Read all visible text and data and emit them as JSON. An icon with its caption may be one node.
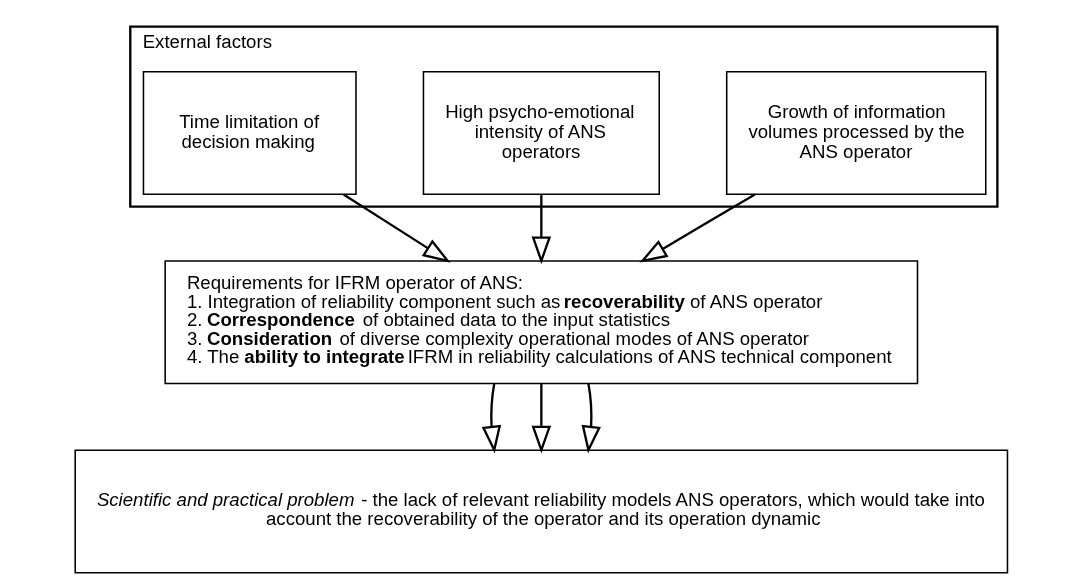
{
  "diagram": {
    "nodes": [
      {
        "text": [
          "External factors"
        ]
      },
      {
        "text": [
          "Growth of information volumes processed by the ANS operator"
        ],
        "in": 0
      },
      {
        "text": [
          "High psycho-emotional intensity of ANS operators"
        ],
        "in": 0
      },
      {
        "text": [
          "Time limitation of decision making"
        ],
        "in": 0
      },
      {
        "text": [
          "Requirements for IFRM operator of ANS:",
          "1. Integration of reliability component such as **recoverability** of ANS operator",
          "2. **Correspondence** of obtained data to the input statistics",
          "3. **Consideration** of diverse complexity operational modes of ANS operator",
          "4. The **ability to integrate** IFRM in reliability calculations of ANS technical component"
        ]
      },
      {
        "text": [
          "*Scientific and practical problem* - the lack of relevant reliability models ANS operators, which would take into account the recoverability of the operator and its operation dynamic"
        ]
      }
    ],
    "edges": [
      {
        "from": 1,
        "to": 4,
        "arrow": "to"
      },
      {
        "from": 2,
        "to": 4,
        "arrow": "to"
      },
      {
        "from": 3,
        "to": 4,
        "arrow": "to"
      },
      {
        "from": 4,
        "to": 5,
        "arrow": "to"
      },
      {
        "from": 4,
        "to": 5,
        "arrow": "to"
      },
      {
        "from": 4,
        "to": 5,
        "arrow": "to"
      }
    ]
  }
}
